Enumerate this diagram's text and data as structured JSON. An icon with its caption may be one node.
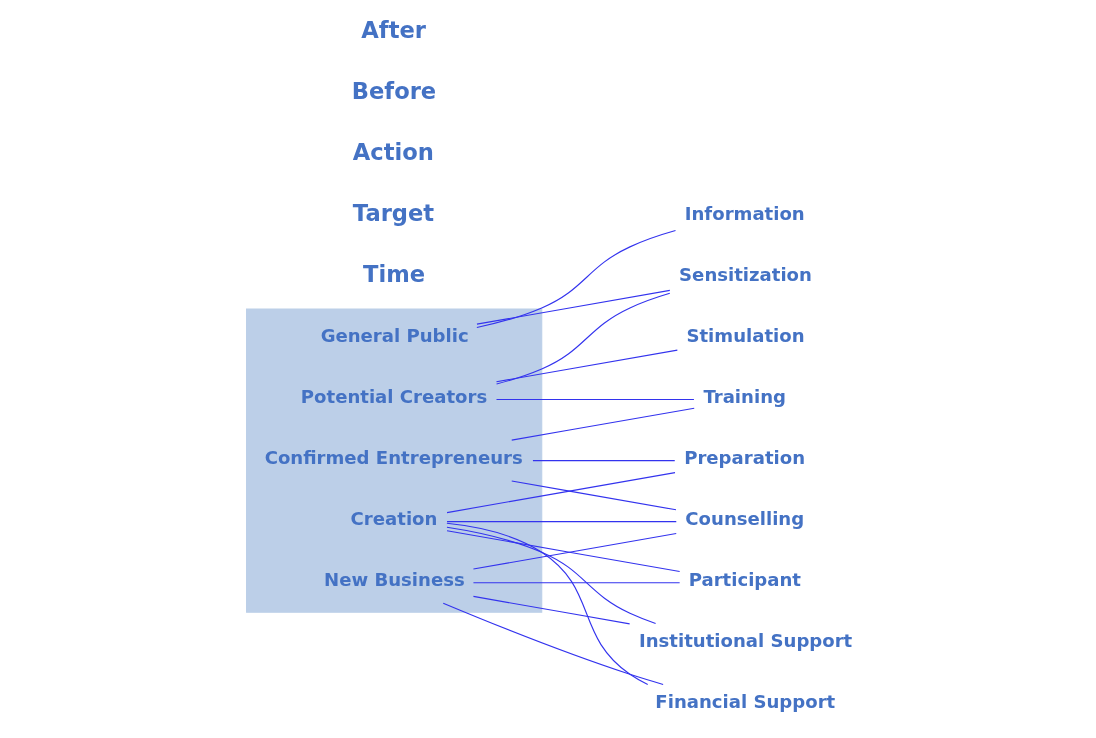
{
  "diagram": {
    "nodes": [
      {
        "text": [],
        "shape": "funnel"
      },
      {
        "text": [
          "General Public"
        ],
        "in": 0
      },
      {
        "text": [
          "Potential Creators"
        ],
        "in": 0
      },
      {
        "text": [
          "Confirmed Entrepreneurs"
        ],
        "in": 0
      },
      {
        "text": [
          "Creation"
        ],
        "in": 0
      },
      {
        "text": [
          "New Business"
        ],
        "in": 0
      },
      {
        "text": [
          "Information"
        ]
      },
      {
        "text": [
          "Sensitization"
        ]
      },
      {
        "text": [
          "Stimulation"
        ]
      },
      {
        "text": [
          "Training"
        ]
      },
      {
        "text": [
          "Preparation"
        ]
      },
      {
        "text": [
          "Counselling"
        ]
      },
      {
        "text": [
          "Institutional Support"
        ]
      },
      {
        "text": [
          "Financial Support"
        ]
      },
      {
        "text": [
          "Participant"
        ]
      }
    ],
    "edges": [
      {
        "from": 1,
        "to": 6,
        "arrow": "none"
      },
      {
        "from": 1,
        "to": 7,
        "arrow": "none"
      },
      {
        "from": 2,
        "to": 7,
        "arrow": "none"
      },
      {
        "from": 2,
        "to": 8,
        "arrow": "none"
      },
      {
        "from": 2,
        "to": 9,
        "arrow": "none"
      },
      {
        "from": 3,
        "to": 9,
        "arrow": "none"
      },
      {
        "from": 3,
        "to": 10,
        "arrow": "none"
      },
      {
        "from": 3,
        "to": 11,
        "arrow": "none"
      },
      {
        "from": 4,
        "to": 10,
        "arrow": "none"
      },
      {
        "from": 4,
        "to": 11,
        "arrow": "none"
      },
      {
        "from": 4,
        "to": 12,
        "arrow": "none"
      },
      {
        "from": 4,
        "to": 13,
        "arrow": "none"
      },
      {
        "from": 4,
        "to": 14,
        "arrow": "none"
      },
      {
        "from": 5,
        "to": 11,
        "arrow": "none"
      },
      {
        "from": 5,
        "to": 12,
        "arrow": "none"
      },
      {
        "from": 5,
        "to": 13,
        "arrow": "none"
      },
      {
        "from": 5,
        "to": 14,
        "arrow": "none"
      }
    ],
    "labels": [
      "Time",
      "Target",
      "Action",
      "Before",
      "After"
    ]
  }
}
